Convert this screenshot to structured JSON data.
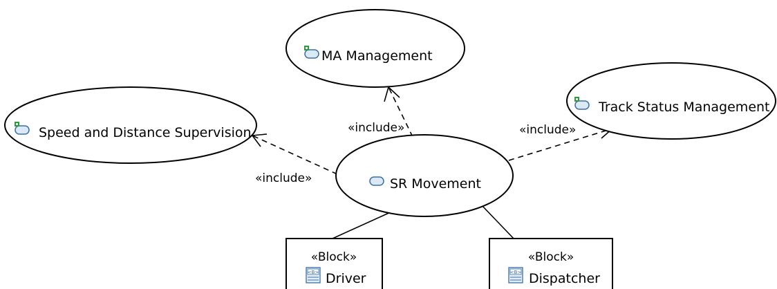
{
  "use_cases": {
    "ma_management": {
      "label": "MA Management"
    },
    "speed_distance": {
      "label": "Speed and Distance Supervision"
    },
    "track_status": {
      "label": "Track Status Management"
    },
    "sr_movement": {
      "label": "SR Movement"
    }
  },
  "relations": {
    "include_ma": {
      "label": "«include»"
    },
    "include_speed": {
      "label": "«include»"
    },
    "include_track": {
      "label": "«include»"
    }
  },
  "blocks": {
    "driver": {
      "stereotype": "«Block»",
      "name": "Driver"
    },
    "dispatcher": {
      "stereotype": "«Block»",
      "name": "Dispatcher"
    }
  },
  "colors": {
    "line": "#000000",
    "icon_fill": "#dbe9f7",
    "icon_stroke": "#3a6ea5",
    "icon_badge": "#2a9d3a"
  }
}
